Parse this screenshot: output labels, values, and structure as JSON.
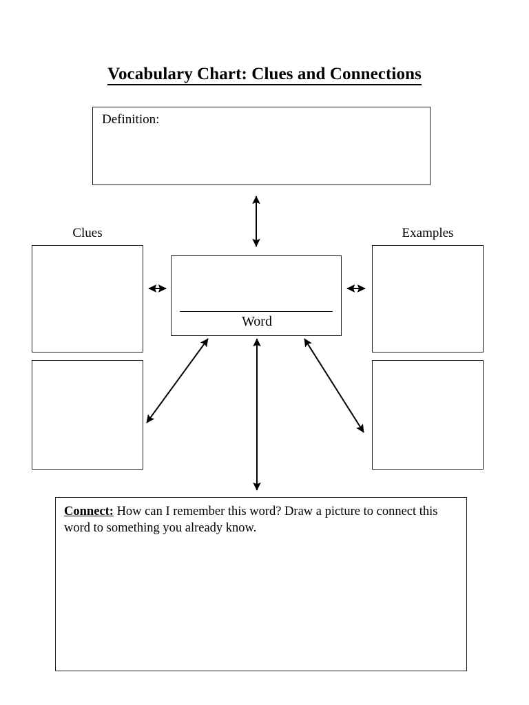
{
  "page": {
    "title": "Vocabulary Chart: Clues and Connections",
    "background_color": "#ffffff",
    "ink_color": "#000000"
  },
  "definition": {
    "label": "Definition:",
    "value": ""
  },
  "center": {
    "word_label": "Word",
    "word_value": ""
  },
  "columns": {
    "left_label": "Clues",
    "right_label": "Examples"
  },
  "boxes": {
    "clue_1": "",
    "clue_2": "",
    "example_1": "",
    "example_2": ""
  },
  "connect": {
    "keyword": "Connect:",
    "prompt": "How can I remember this word? Draw a picture to connect this word to something you already know.",
    "value": ""
  },
  "arrows": [
    {
      "name": "definition-to-word",
      "kind": "double-headed",
      "orientation": "vertical"
    },
    {
      "name": "clues-to-word",
      "kind": "double-headed",
      "orientation": "horizontal"
    },
    {
      "name": "examples-to-word",
      "kind": "double-headed",
      "orientation": "horizontal"
    },
    {
      "name": "clue-two-to-word",
      "kind": "double-headed",
      "orientation": "diagonal"
    },
    {
      "name": "example-two-to-word",
      "kind": "double-headed",
      "orientation": "diagonal"
    },
    {
      "name": "word-to-connect",
      "kind": "double-headed",
      "orientation": "vertical"
    }
  ]
}
